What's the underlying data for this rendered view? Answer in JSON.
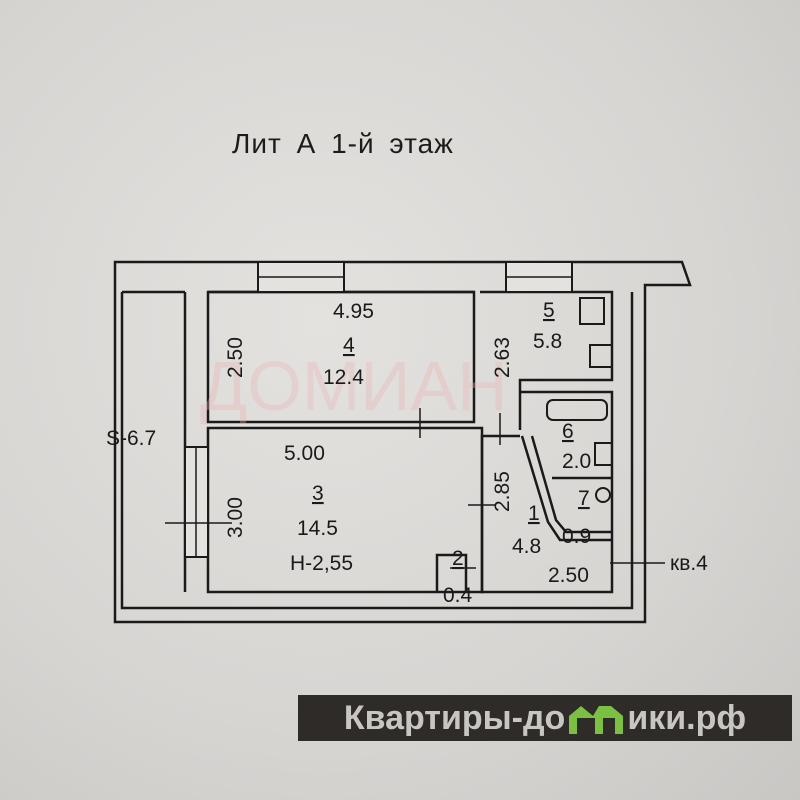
{
  "title": "Лит  А  1-й этаж",
  "watermark": "ДОМИАН",
  "rooms": [
    {
      "number": "4",
      "area": "12.4",
      "width": "4.95",
      "depth": "2.50"
    },
    {
      "number": "3",
      "area": "14.5",
      "width": "5.00",
      "depth": "3.00",
      "height": "Н-2,55"
    },
    {
      "number": "5",
      "area": "5.8",
      "depth": "2.63"
    },
    {
      "number": "6",
      "area": "2.0"
    },
    {
      "number": "7",
      "area": "0.9"
    },
    {
      "number": "1",
      "area": "4.8",
      "depth": "2.85",
      "width": "2.50"
    },
    {
      "number": "2",
      "area": "0.4"
    }
  ],
  "balcony_area": "S-6.7",
  "apartment_label": "кв.4",
  "banner": {
    "before": "Квартиры-до",
    "after": "ики.рф",
    "logo_color": "#7cc043"
  }
}
